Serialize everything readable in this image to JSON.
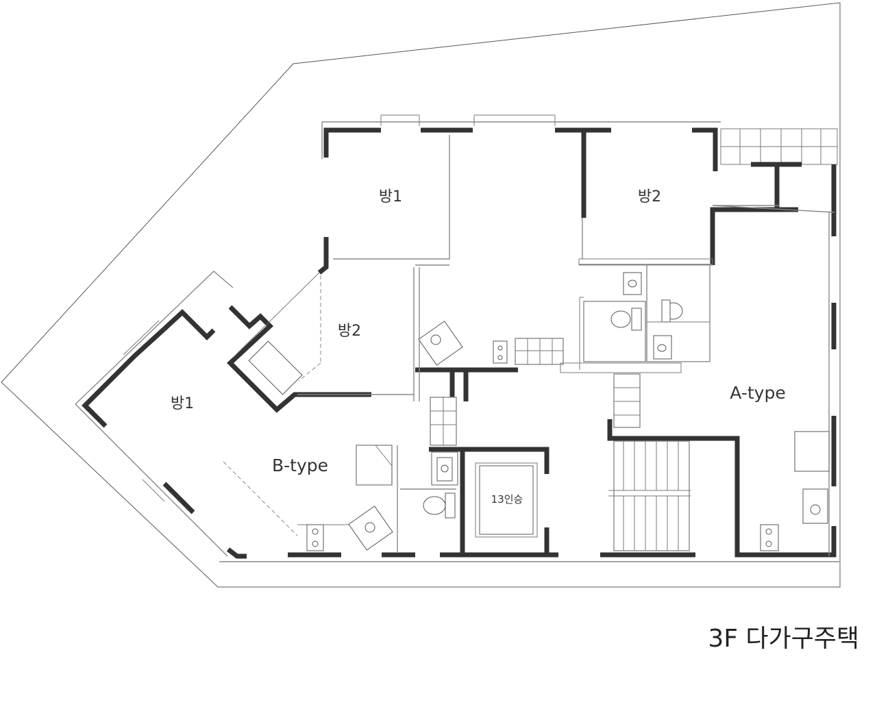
{
  "plan": {
    "caption": "3F 다가구주택",
    "rooms": {
      "a_room1": "방1",
      "a_room2": "방2",
      "b_room1": "방1",
      "b_room2": "방2"
    },
    "units": {
      "a_type": "A-type",
      "b_type": "B-type"
    },
    "elevator": "13인승"
  }
}
